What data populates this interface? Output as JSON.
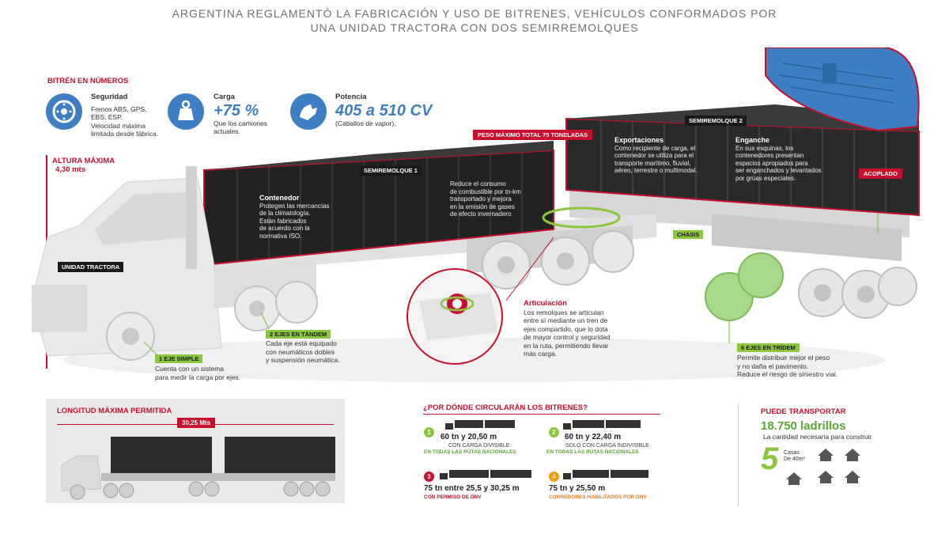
{
  "title": {
    "line1": "ARGENTINA REGLAMENTÓ LA FABRICACIÓN Y USO DE BITRENES, VEHÍCULOS CONFORMADOS POR",
    "line2": "UNA UNIDAD TRACTORA CON DOS SEMIRREMOLQUES"
  },
  "numbers": {
    "heading": "BITRÉN EN NÚMEROS",
    "seguridad": {
      "label": "Seguridad",
      "line1": "Frenos ABS, GPS,",
      "line2": "EBS, ESP.",
      "line3": "Velocidad máxima",
      "line4": "limitada desde fábrica."
    },
    "carga": {
      "label": "Carga",
      "value": "+75 %",
      "line1": "Que los camiones",
      "line2": "actuales."
    },
    "potencia": {
      "label": "Potencia",
      "value": "405 a 510 CV",
      "line1": "(Caballos de vapor)."
    }
  },
  "altura": {
    "label": "ALTURA MÁXIMA",
    "value": "4,30 mts"
  },
  "tags": {
    "unidad_tractora": "UNIDAD TRACTORA",
    "semi1": "SEMIREMOLQUE 1",
    "semi2": "SEMIREMOLQUE 2",
    "peso": "PESO MÁXIMO TOTAL 75 TONELADAS",
    "acoplado": "ACOPLADO",
    "chasis": "CHÁSIS",
    "eje_simple": "1 EJE SIMPLE",
    "ejes_tandem": "2 EJES EN TÁNDEM",
    "ejes_tridem": "6 EJES EN TRÍDEM"
  },
  "contenedor": {
    "title": "Contenedor",
    "l1": "Protegen las mercancías",
    "l2": "de la climatología.",
    "l3": "Están fabricados",
    "l4": "de acuerdo con la",
    "l5": "normativa ISO."
  },
  "combustible": {
    "l1": "Reduce el consumo",
    "l2": "de combustible por tn-km",
    "l3": "transportado y mejora",
    "l4": "en la emisión de gases",
    "l5": "de efecto invernadero"
  },
  "exportaciones": {
    "title": "Exportaciones",
    "l1": "Como recipiente de carga, el",
    "l2": "contenedor se utiliza para el",
    "l3": "transporte marítimo, fluvial,",
    "l4": "aéreo, terrestre o multimodal."
  },
  "enganche": {
    "title": "Enganche",
    "l1": "En sus esquinas, los",
    "l2": "contenedores presentan",
    "l3": "espacios apropiados para",
    "l4": "ser enganchados y levantados",
    "l5": "por grúas especiales."
  },
  "articulacion": {
    "title": "Articulación",
    "l1": "Los remolques se articulan",
    "l2": "entre sí mediante un tren de",
    "l3": "ejes compartido, que lo dota",
    "l4": "de mayor control y seguridad",
    "l5": "en la ruta, permitiendo llevar",
    "l6": "más carga."
  },
  "eje_simple_desc": {
    "l1": "Cuenta con un sistema",
    "l2": "para medir la carga por ejes."
  },
  "tandem_desc": {
    "l1": "Cada eje está equipado",
    "l2": "con neumáticos dobles",
    "l3": "y suspensión neumática."
  },
  "tridem_desc": {
    "l1": "Permite distribuir mejor el peso",
    "l2": "y no daña el pavimento.",
    "l3": "Reduce el riesgo de siniestro vial."
  },
  "longitud": {
    "label": "LONGITUD MÁXIMA PERMITIDA",
    "value": "30,25 Mts"
  },
  "rutas": {
    "heading": "¿POR DÓNDE CIRCULARÁN LOS BITRENES?",
    "r1": {
      "num": "1",
      "main": "60 tn y 20,50 m",
      "sub": "CON CARGA DIVISIBLE",
      "tag": "EN TODAS LAS RUTAS NACIONALES"
    },
    "r2": {
      "num": "2",
      "main": "60 tn y 22,40 m",
      "sub": "SOLO CON CARGA INDIVISIBLE",
      "tag": "EN TODAS LAS RUTAS NACIONALES"
    },
    "r3": {
      "num": "3",
      "main": "75 tn entre 25,5 y 30,25 m",
      "tag": "CON PERMISO DE DNV"
    },
    "r4": {
      "num": "4",
      "main": "75 tn y 25,50 m",
      "tag": "CORREDORES HABILITADOS POR DNV"
    }
  },
  "transporta": {
    "heading": "PUEDE TRANSPORTAR",
    "value": "18.750 ladrillos",
    "desc": "La cantidad necesaria para construir",
    "number": "5",
    "casas": "Casas",
    "de": "De 40m²"
  },
  "colors": {
    "accent_red": "#c8102e",
    "accent_green": "#8cc63f",
    "accent_blue": "#3e7fc4"
  }
}
